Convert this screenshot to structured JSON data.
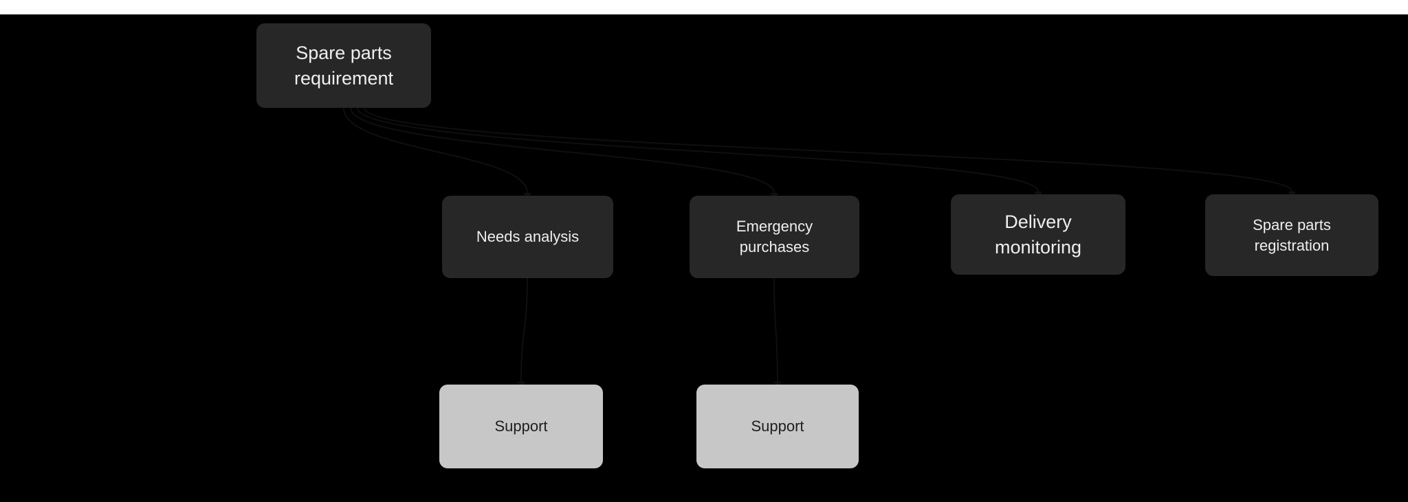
{
  "page": {
    "background_color": "#000000",
    "top_bar_color": "#ffffff"
  },
  "diagram": {
    "type": "flowchart",
    "nodes": [
      {
        "id": "spare-parts-requirement",
        "label": "Spare parts requirement",
        "kind": "task"
      },
      {
        "id": "needs-analysis",
        "label": "Needs analysis",
        "kind": "task"
      },
      {
        "id": "emergency-purchases",
        "label": "Emergency purchases",
        "kind": "task"
      },
      {
        "id": "delivery-monitoring",
        "label": "Delivery monitoring",
        "kind": "task"
      },
      {
        "id": "spare-parts-registration",
        "label": "Spare parts registration",
        "kind": "task"
      },
      {
        "id": "support-1",
        "label": "Support",
        "kind": "support"
      },
      {
        "id": "support-2",
        "label": "Support",
        "kind": "support"
      }
    ],
    "edges": [
      {
        "from": "spare-parts-requirement",
        "to": "needs-analysis"
      },
      {
        "from": "spare-parts-requirement",
        "to": "emergency-purchases"
      },
      {
        "from": "spare-parts-requirement",
        "to": "delivery-monitoring"
      },
      {
        "from": "spare-parts-requirement",
        "to": "spare-parts-registration"
      },
      {
        "from": "needs-analysis",
        "to": "support-1"
      },
      {
        "from": "emergency-purchases",
        "to": "support-2"
      }
    ],
    "colors": {
      "task_fill": "#272727",
      "task_text": "#efefef",
      "support_fill": "#c7c7c7",
      "support_text": "#1e1e1e",
      "edge_stroke": "#0f0f0f"
    }
  }
}
